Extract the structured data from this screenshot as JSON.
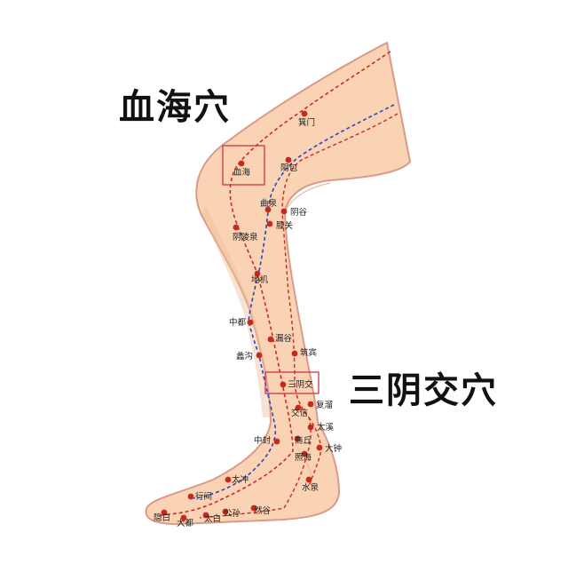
{
  "titles": {
    "xuehai": "血海穴",
    "sanyinjiao": "三阴交穴"
  },
  "colors": {
    "skin": "#f9d3b4",
    "skin_shadow": "#efbf9a",
    "outline": "#d99a8a",
    "red_meridian": "#cc2a20",
    "blue_meridian": "#2f46b8",
    "point": "#c62a1c",
    "highlight_box": "#cc3344"
  },
  "acupoints": [
    {
      "id": "jimen",
      "label": "箕门"
    },
    {
      "id": "xuehai",
      "label": "血海"
    },
    {
      "id": "yinbao",
      "label": "阴包"
    },
    {
      "id": "ququan",
      "label": "曲泉"
    },
    {
      "id": "yingu",
      "label": "阴谷"
    },
    {
      "id": "xiguan",
      "label": "膝关"
    },
    {
      "id": "yinlingquan",
      "label": "阴陵泉"
    },
    {
      "id": "diji",
      "label": "地机"
    },
    {
      "id": "zhongdu",
      "label": "中都"
    },
    {
      "id": "lougu",
      "label": "漏谷"
    },
    {
      "id": "ligou",
      "label": "蠡沟"
    },
    {
      "id": "zhubin",
      "label": "筑宾"
    },
    {
      "id": "sanyinjiao",
      "label": "三阴交"
    },
    {
      "id": "fuliu",
      "label": "复溜"
    },
    {
      "id": "jiaoxin",
      "label": "交信"
    },
    {
      "id": "taixi",
      "label": "太溪"
    },
    {
      "id": "zhongfeng",
      "label": "中封"
    },
    {
      "id": "shangqiu",
      "label": "商丘"
    },
    {
      "id": "dazhong",
      "label": "大钟"
    },
    {
      "id": "zhaohai",
      "label": "照海"
    },
    {
      "id": "taichong",
      "label": "太冲"
    },
    {
      "id": "shuiquan",
      "label": "水泉"
    },
    {
      "id": "xingjian",
      "label": "行间"
    },
    {
      "id": "yinbai",
      "label": "隐白"
    },
    {
      "id": "dadu",
      "label": "大都"
    },
    {
      "id": "taibai",
      "label": "太白"
    },
    {
      "id": "gongsun",
      "label": "公孙"
    },
    {
      "id": "rangu",
      "label": "然谷"
    }
  ]
}
